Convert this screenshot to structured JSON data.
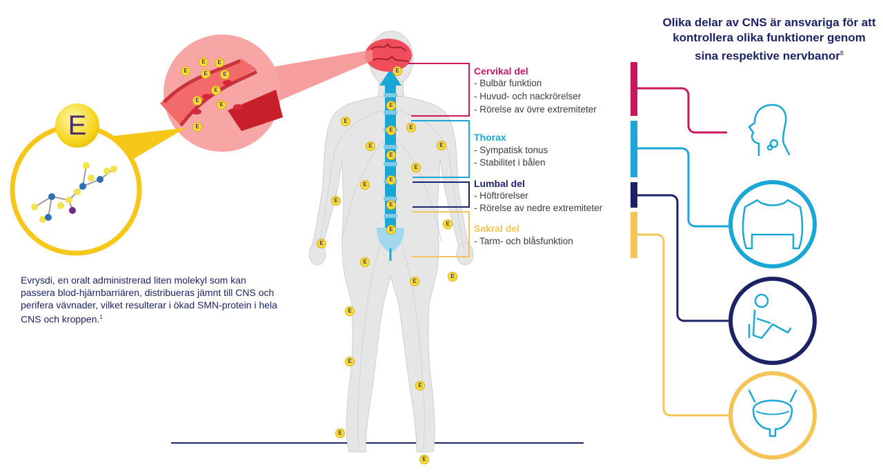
{
  "headline": {
    "text": "Olika delar av CNS är ansvariga för att kontrollera olika funktioner genom sina respektive nervbanor",
    "footnote": "8"
  },
  "description": {
    "text": "Evrysdi, en oralt administrerad liten molekyl som kan passera blod-hjärnbarriären, distribueras jämnt till CNS och perifera vävnader, vilket resulterar i ökad SMN-protein i hela CNS och kroppen.",
    "footnote": "1"
  },
  "molecule_label": "E",
  "e_marker": "E",
  "sections": [
    {
      "title": "Cervikal del",
      "color": "#c8175d",
      "items": [
        "- Bulbär funktion",
        "- Huvud- och nackrörelser",
        "- Rörelse av övre extremiteter"
      ]
    },
    {
      "title": "Thorax",
      "color": "#1aa7d6",
      "items": [
        "- Sympatisk tonus",
        "- Stabilitet i bålen"
      ]
    },
    {
      "title": "Lumbal del",
      "color": "#1b2366",
      "items": [
        "- Höftrörelser",
        "- Rörelse av nedre extremiteter"
      ]
    },
    {
      "title": "Sakral del",
      "color": "#f5c457",
      "items": [
        "- Tarm- och blåsfunktion"
      ]
    }
  ],
  "icons": [
    "head-throat-icon",
    "torso-icon",
    "sitting-child-icon",
    "bladder-icon"
  ]
}
